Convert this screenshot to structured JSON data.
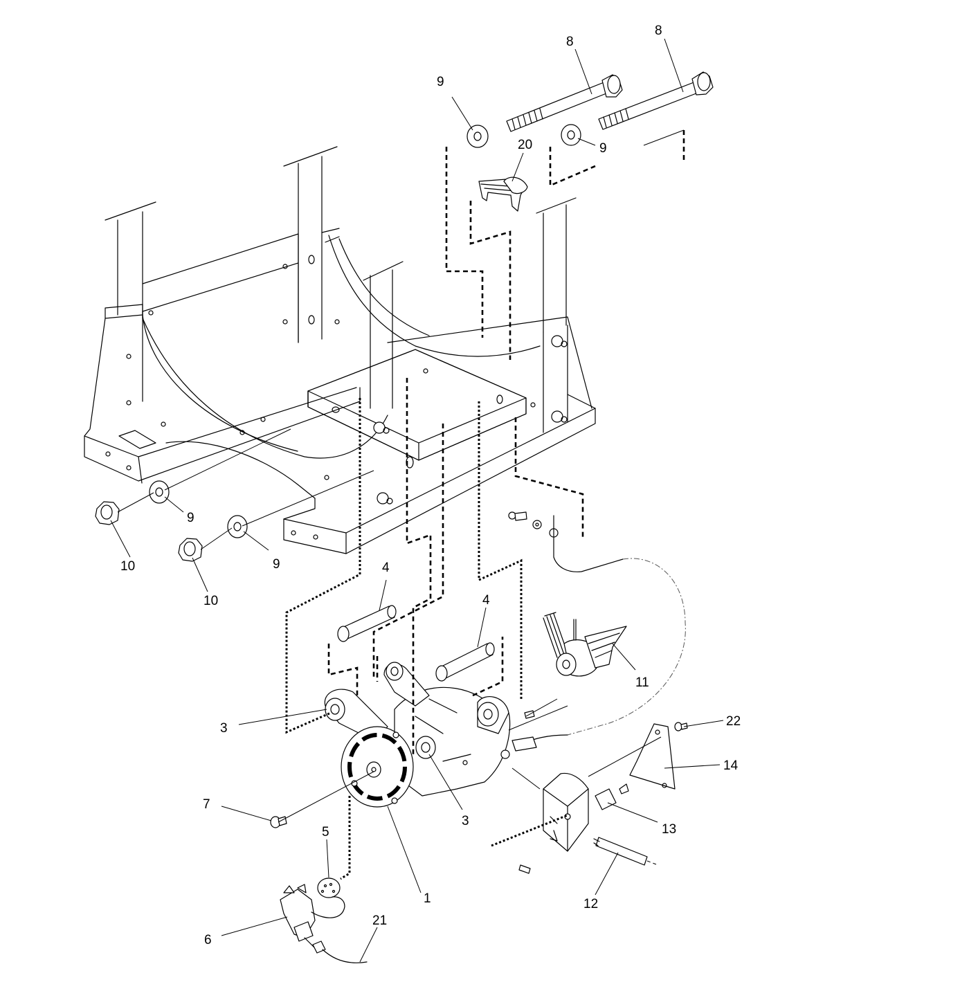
{
  "callouts": [
    {
      "id": "c8a",
      "text": "8"
    },
    {
      "id": "c8b",
      "text": "8"
    },
    {
      "id": "c9a",
      "text": "9"
    },
    {
      "id": "c20",
      "text": "20"
    },
    {
      "id": "c9b",
      "text": "9"
    },
    {
      "id": "c9c",
      "text": "9"
    },
    {
      "id": "c9d",
      "text": "9"
    },
    {
      "id": "c10a",
      "text": "10"
    },
    {
      "id": "c10b",
      "text": "10"
    },
    {
      "id": "c4a",
      "text": "4"
    },
    {
      "id": "c4b",
      "text": "4"
    },
    {
      "id": "c11",
      "text": "11"
    },
    {
      "id": "c22",
      "text": "22"
    },
    {
      "id": "c14",
      "text": "14"
    },
    {
      "id": "c3a",
      "text": "3"
    },
    {
      "id": "c3b",
      "text": "3"
    },
    {
      "id": "c7",
      "text": "7"
    },
    {
      "id": "c13",
      "text": "13"
    },
    {
      "id": "c5",
      "text": "5"
    },
    {
      "id": "c1",
      "text": "1"
    },
    {
      "id": "c12",
      "text": "12"
    },
    {
      "id": "c21",
      "text": "21"
    },
    {
      "id": "c6",
      "text": "6"
    }
  ]
}
